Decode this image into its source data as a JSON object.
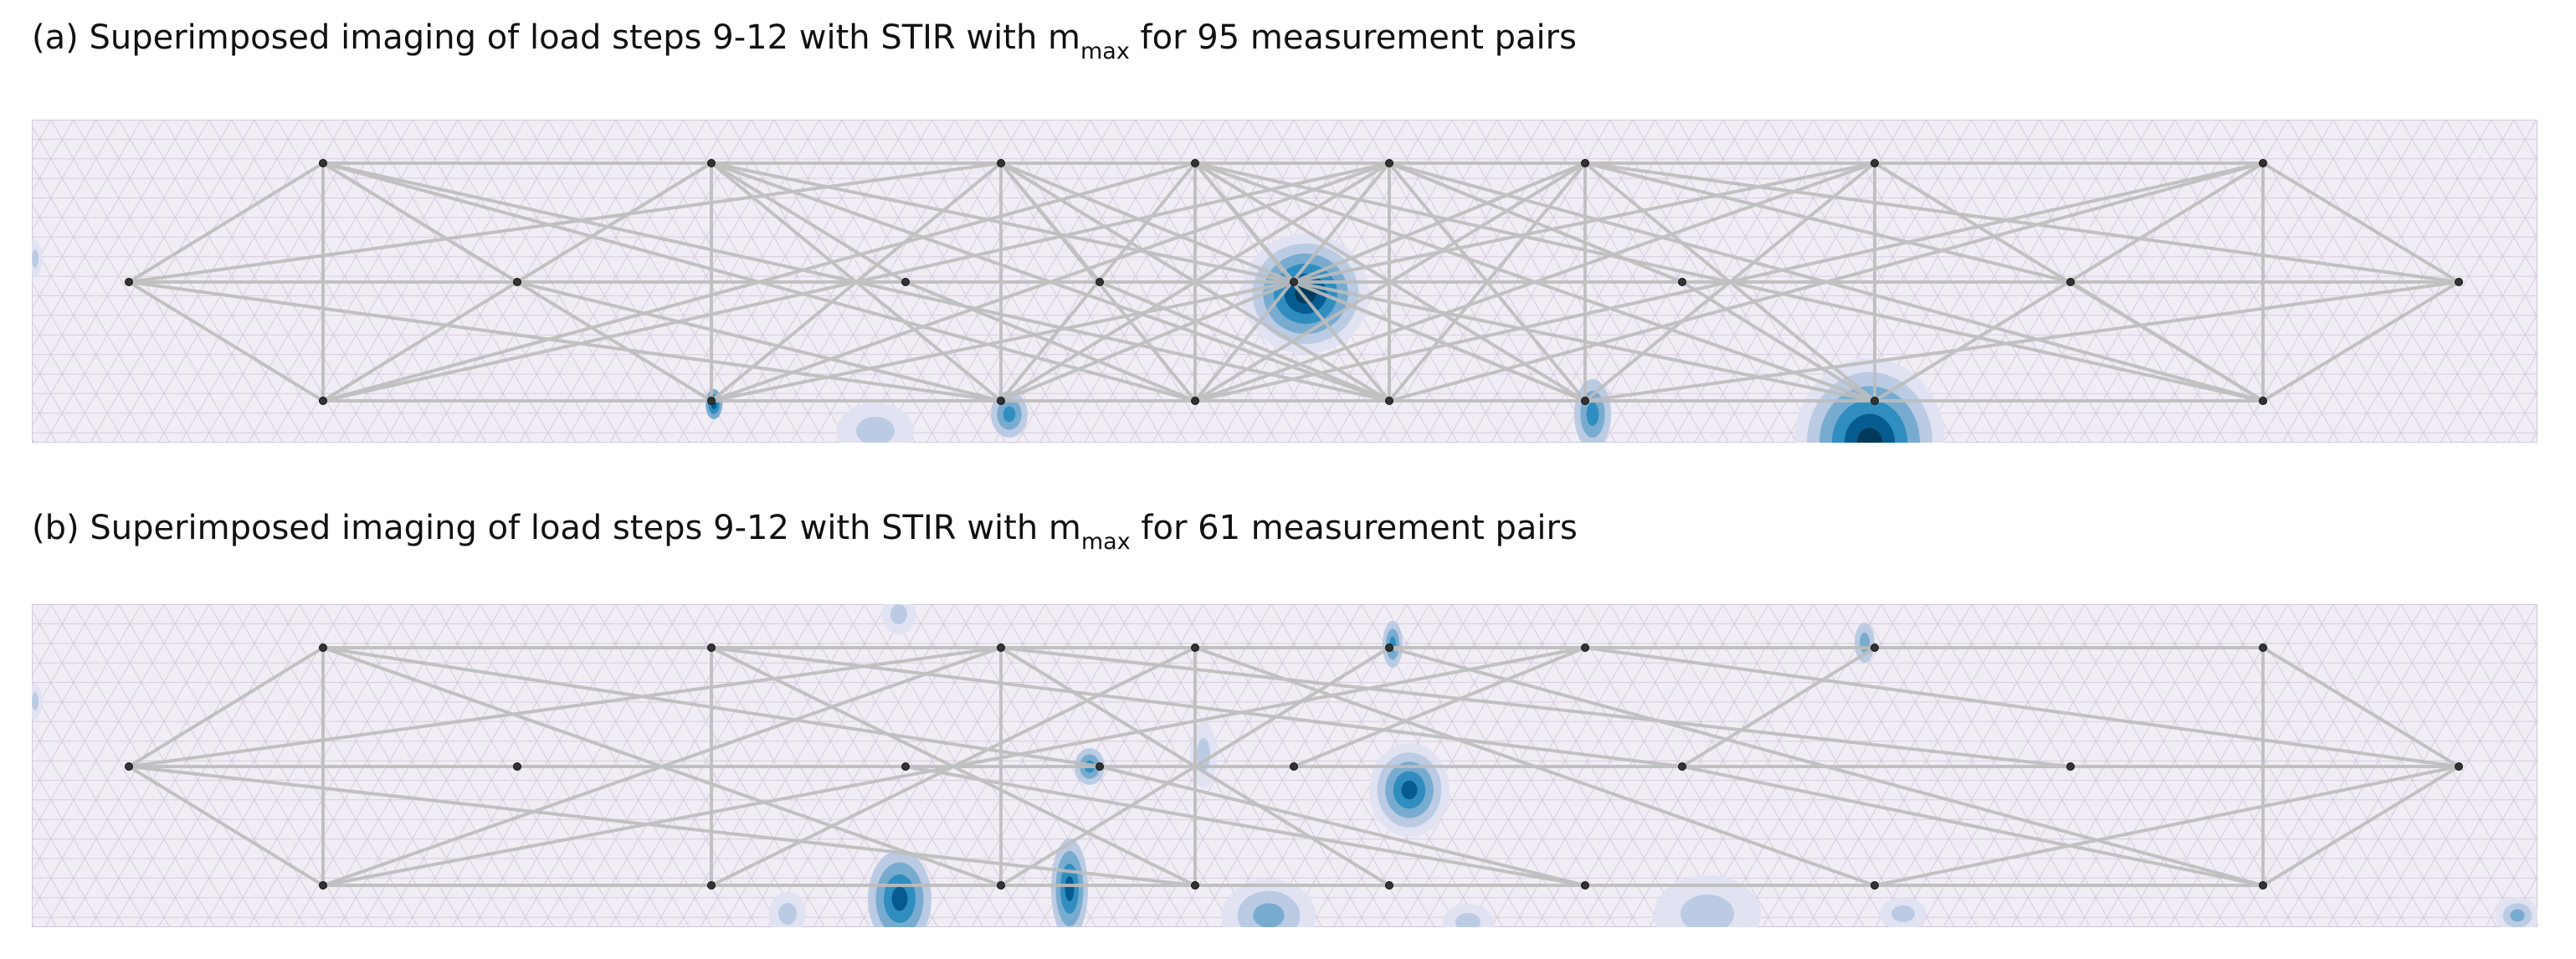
{
  "panels": [
    {
      "id": "a",
      "label": "(a)",
      "title_pre": "Superimposed imaging of load steps 9-12 with STIR with m",
      "title_sub": "max",
      "title_post": "for 95 measurement pairs",
      "measurement_pairs": 95
    },
    {
      "id": "b",
      "label": "(b)",
      "title_pre": "Superimposed imaging of load steps 9-12 with STIR with m",
      "title_sub": "max",
      "title_post": "for 61 measurement pairs",
      "measurement_pairs": 61
    }
  ],
  "colors": {
    "background_field": "#f1edf5",
    "mesh_line": "#cdbfd6",
    "measurement_line": "#bdbdbd",
    "electrode": "#333333",
    "blob_levels": [
      "#dfe3f2",
      "#b7c9e2",
      "#74a9cf",
      "#2b8cbe",
      "#045a8d",
      "#023858"
    ]
  }
}
